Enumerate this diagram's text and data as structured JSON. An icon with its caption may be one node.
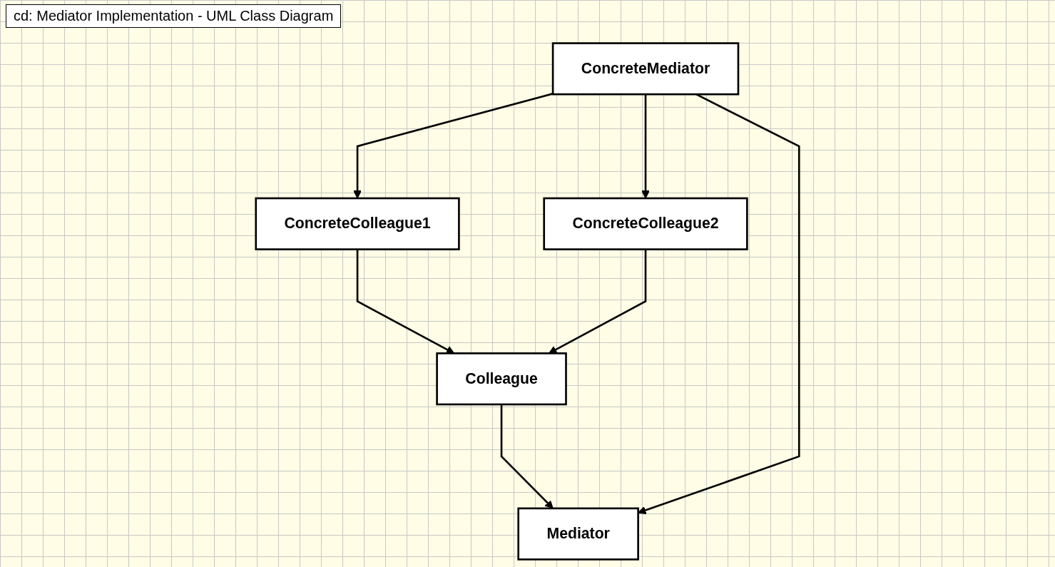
{
  "diagram": {
    "title": "cd: Mediator Implementation - UML Class Diagram",
    "nodes": [
      {
        "text": [
          "Mediator"
        ]
      },
      {
        "text": [
          "Colleague"
        ]
      },
      {
        "text": [
          "ConcreteMediator"
        ]
      },
      {
        "text": [
          "ConcreteColleague1"
        ]
      },
      {
        "text": [
          "ConcreteColleague2"
        ]
      }
    ],
    "edges": [
      {
        "from": 1,
        "to": 0,
        "arrow": "to"
      },
      {
        "from": 2,
        "to": 0,
        "arrow": "to"
      },
      {
        "from": 3,
        "to": 1,
        "arrow": "to"
      },
      {
        "from": 4,
        "to": 1,
        "arrow": "to"
      },
      {
        "from": 2,
        "to": 3,
        "arrow": "to"
      },
      {
        "from": 2,
        "to": 4,
        "arrow": "to"
      }
    ]
  }
}
